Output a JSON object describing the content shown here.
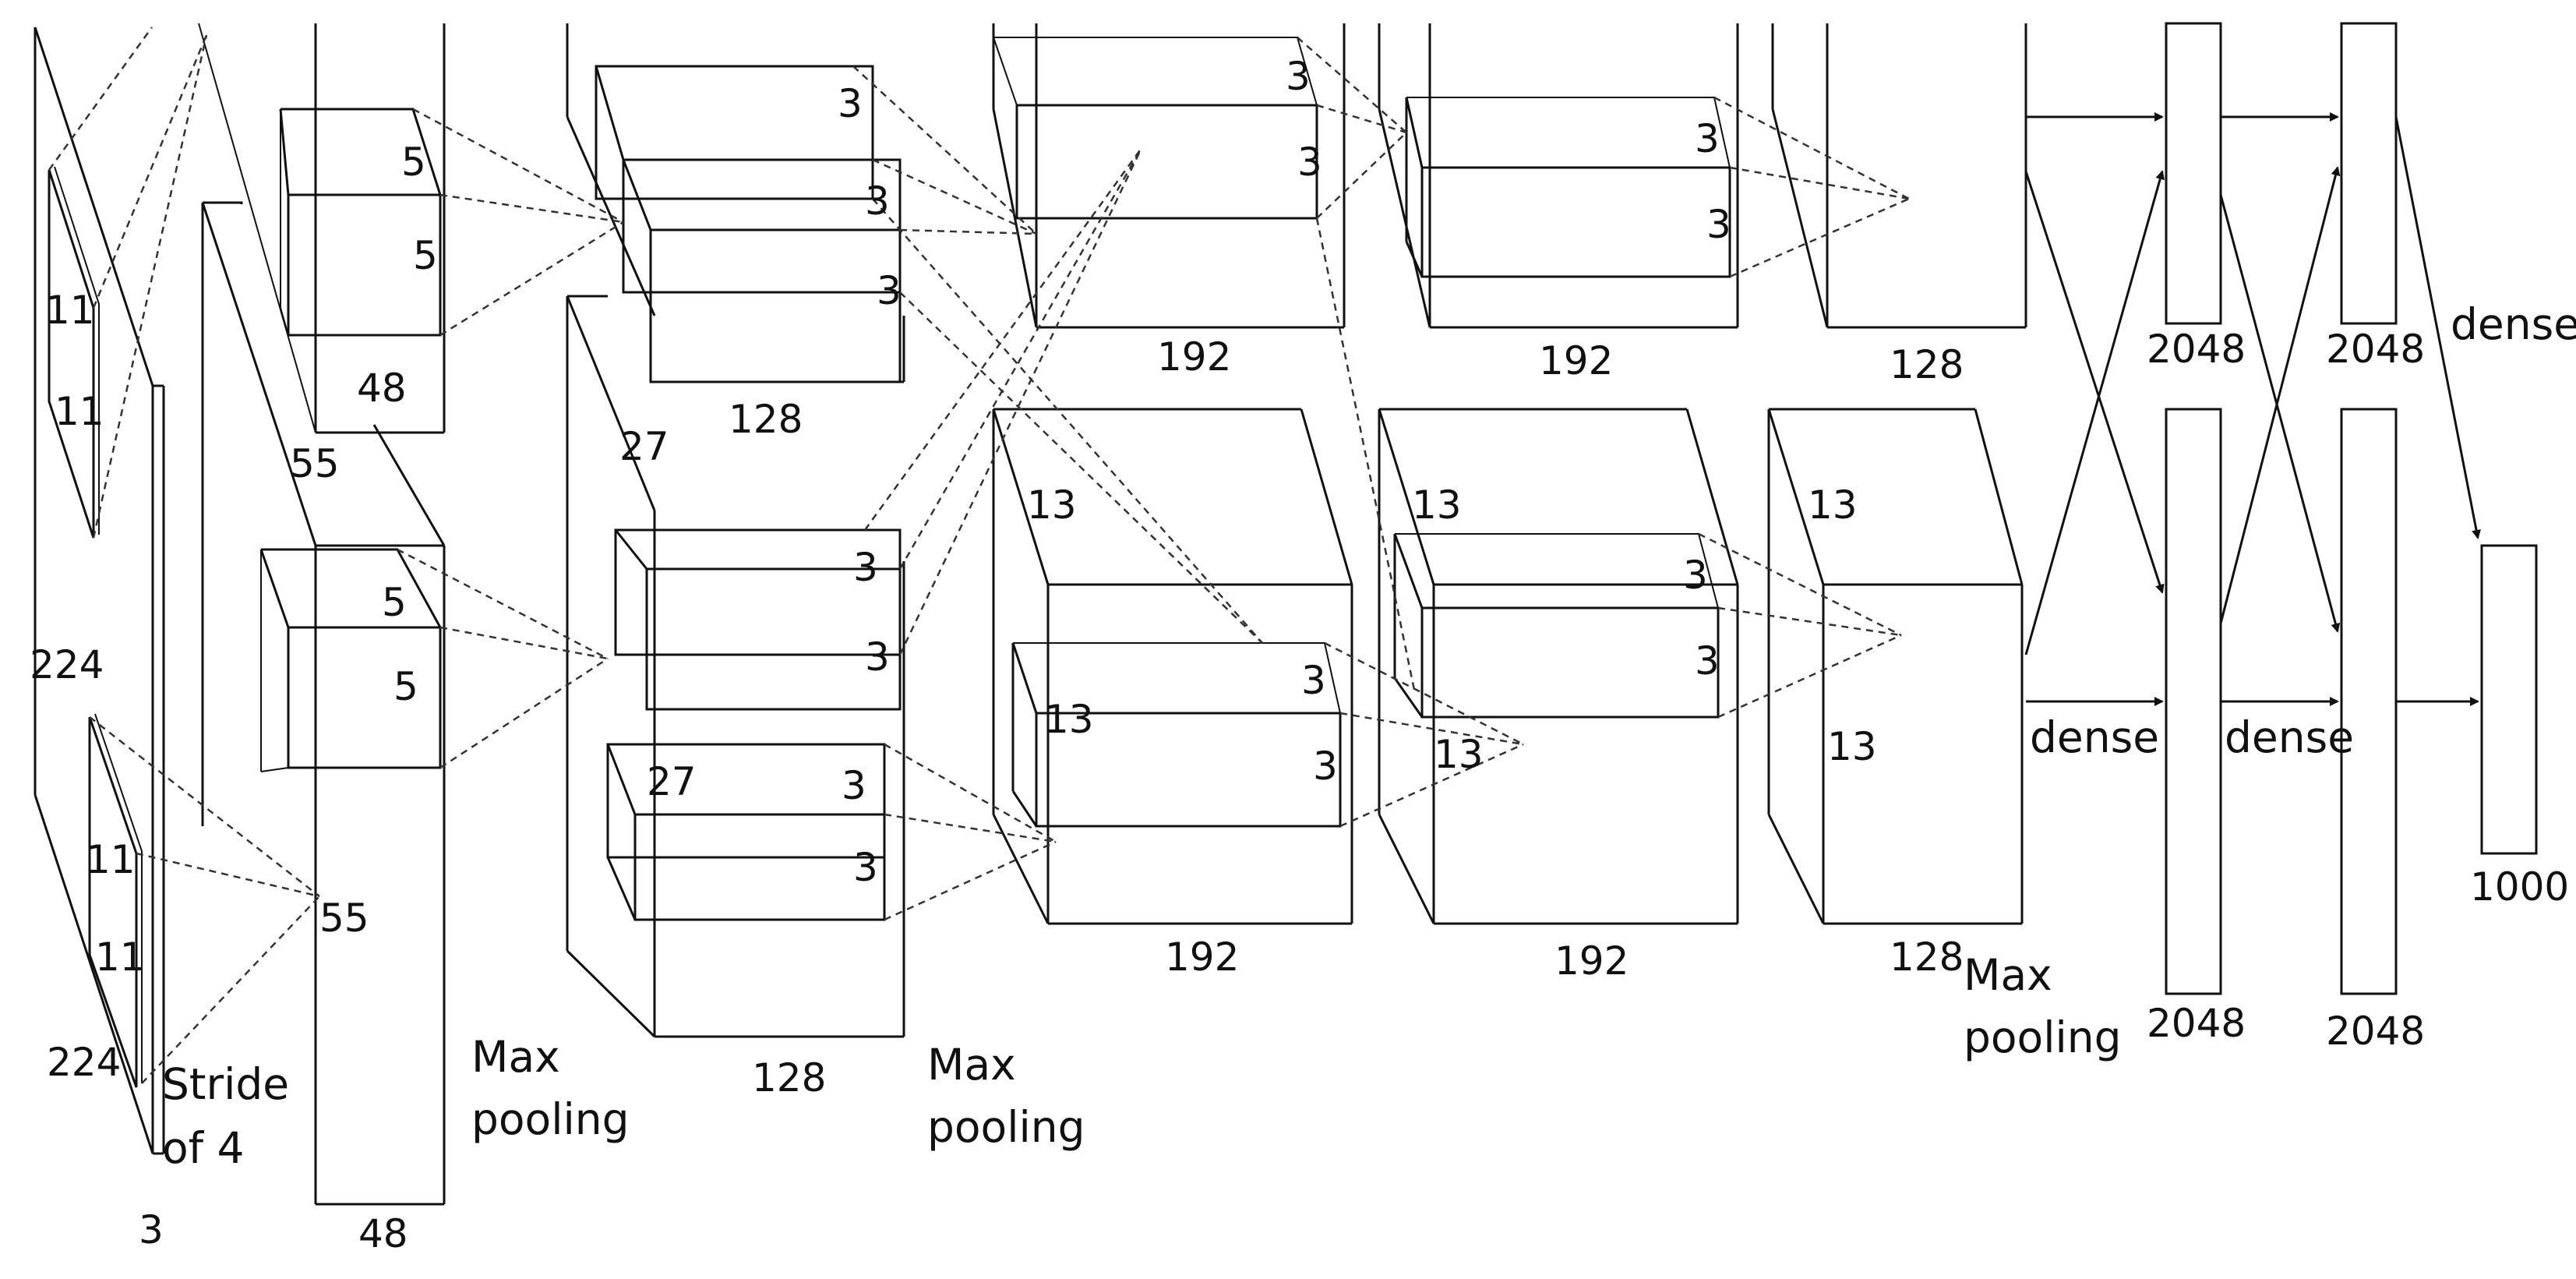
{
  "input": {
    "height": "224",
    "width": "224",
    "depth": "3",
    "kernel_h": "11",
    "kernel_w": "11",
    "stride": "Stride of 4"
  },
  "conv1": {
    "map_size": "55",
    "depth_top": "48",
    "depth_bottom": "48",
    "kernel_h": "5",
    "kernel_w": "5",
    "receptive": "55",
    "pool": "Max pooling"
  },
  "conv2": {
    "map_size": "27",
    "depth_top": "128",
    "depth_bottom": "128",
    "kernel": "3",
    "receptive": "27",
    "pool": "Max pooling"
  },
  "conv3": {
    "depth_top": "192",
    "depth_bottom": "192",
    "size": "13",
    "kernel": "3"
  },
  "conv4": {
    "depth_top": "192",
    "depth_bottom": "192",
    "size": "13",
    "kernel": "3"
  },
  "conv5": {
    "depth_top": "128",
    "depth_bottom": "128",
    "size": "13",
    "pool": "Max pooling"
  },
  "fc6": {
    "units_top": "2048",
    "units_bottom": "2048",
    "label": "dense"
  },
  "fc7": {
    "units_top": "2048",
    "units_bottom": "2048",
    "label": "dense"
  },
  "fc8": {
    "units": "1000",
    "label": "dense"
  }
}
